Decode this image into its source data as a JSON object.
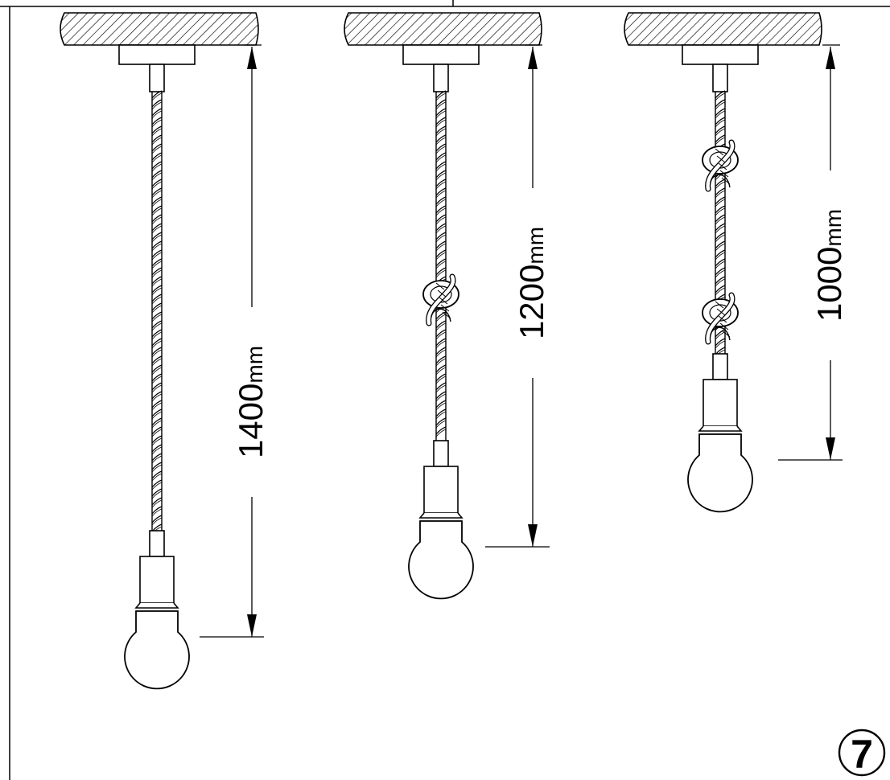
{
  "diagram": {
    "step_number": "7",
    "pendants": [
      {
        "id": "long",
        "length_value": "1400",
        "length_unit": "mm",
        "knots": 0
      },
      {
        "id": "medium",
        "length_value": "1200",
        "length_unit": "mm",
        "knots": 1
      },
      {
        "id": "short",
        "length_value": "1000",
        "length_unit": "mm",
        "knots": 2
      }
    ]
  },
  "colors": {
    "line": "#000000",
    "background": "#ffffff"
  }
}
